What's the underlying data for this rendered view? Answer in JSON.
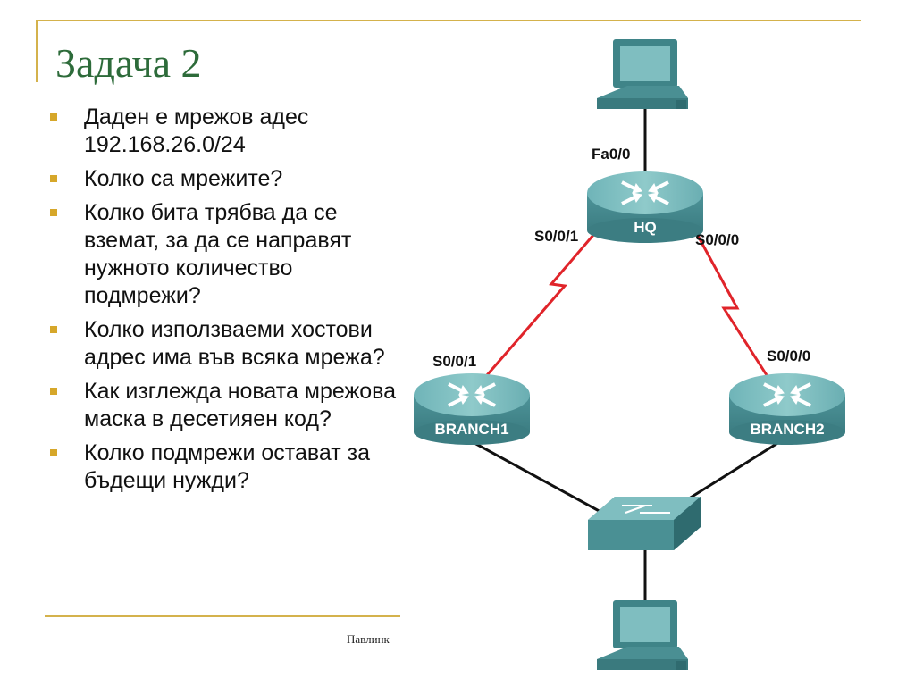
{
  "slide": {
    "title": "Задача 2",
    "bullets": [
      "Даден е мрежов адес 192.168.26.0/24",
      "Колко са мрежите?",
      "Колко бита трябва да се вземат, за да се направят нужното количество подмрежи?",
      "Колко използваеми хостови адрес има във всяка мрежа?",
      "Как изглежда новата мрежова маска в десетияен код?",
      "Колко подмрежи остават за бъдещи нужди?"
    ],
    "footer": "Павлинк"
  },
  "diagram": {
    "routers": {
      "hq": "HQ",
      "branch1": "BRANCH1",
      "branch2": "BRANCH2"
    },
    "interfaces": {
      "hq_fa": "Fa0/0",
      "hq_s001": "S0/0/1",
      "hq_s000": "S0/0/0",
      "b1_s001": "S0/0/1",
      "b2_s000": "S0/0/0"
    },
    "colors": {
      "router_body": "#5b9ea3",
      "serial_link": "#e0242a",
      "ethernet_link": "#111111",
      "title": "#2d6b3a",
      "rule": "#d4b24c",
      "bullet": "#d6a72a"
    }
  }
}
